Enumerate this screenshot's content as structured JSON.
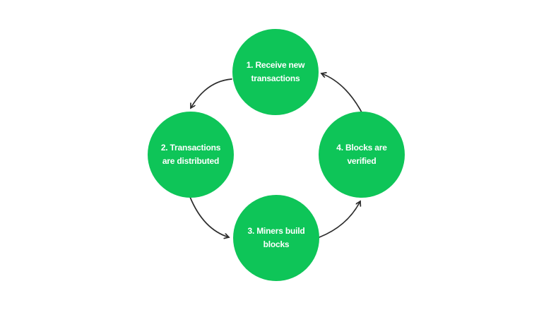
{
  "diagram": {
    "type": "cycle-flowchart",
    "flow_order": "step-1 → step-2 → step-3 → step-4 → step-1",
    "colors": {
      "node_fill": "#0ec558",
      "node_text": "#ffffff",
      "arrow": "#2d2d2d",
      "background": "#ffffff"
    },
    "nodes": [
      {
        "id": "step-1",
        "position": "top",
        "line1": "1. Receive new",
        "line2": "transactions"
      },
      {
        "id": "step-2",
        "position": "left",
        "line1": "2. Transactions",
        "line2": "are distributed"
      },
      {
        "id": "step-3",
        "position": "bottom",
        "line1": "3. Miners build",
        "line2": "blocks"
      },
      {
        "id": "step-4",
        "position": "right",
        "line1": "4. Blocks are",
        "line2": "verified"
      }
    ],
    "edges": [
      {
        "from": "step-1",
        "to": "step-2"
      },
      {
        "from": "step-2",
        "to": "step-3"
      },
      {
        "from": "step-3",
        "to": "step-4"
      },
      {
        "from": "step-4",
        "to": "step-1"
      }
    ]
  }
}
